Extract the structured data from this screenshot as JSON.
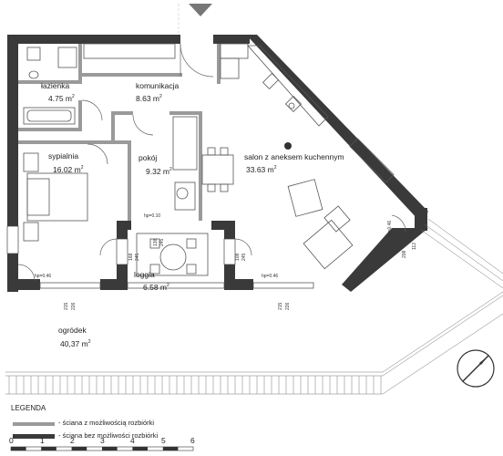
{
  "rooms": {
    "lazienka": {
      "name": "łazienka",
      "area": "4.75 m"
    },
    "komunikacja": {
      "name": "komunikacja",
      "area": "8.63 m"
    },
    "sypialnia": {
      "name": "sypialnia",
      "area": "16.02 m"
    },
    "pokoj": {
      "name": "pokój",
      "area": "9.32 m"
    },
    "salon": {
      "name": "salon z aneksem kuchennym",
      "area": "33.63 m"
    },
    "loggia": {
      "name": "loggia",
      "area": "6.58 m"
    },
    "ogrodek": {
      "name": "ogródek",
      "area": "40,37 m"
    }
  },
  "superscript": "2",
  "dimensions": {
    "hp_left": "hp=0.46",
    "hp_loggia": "hp=0.10",
    "hp_right": "hp=0.46",
    "hp_salon": "hp=0.46",
    "d168": "168",
    "d245a": "245",
    "d138": "138",
    "d245b": "245",
    "d108": "108",
    "d245c": "245",
    "d215a": "215",
    "d226a": "226",
    "d215b": "215",
    "d226b": "226",
    "d112": "112",
    "d208": "208"
  },
  "legend": {
    "title": "LEGENDA",
    "item1": "- ściana z możliwością rozbiórki",
    "item2": "- ściana bez możliwości rozbiórki",
    "color_removable": "#9a9a9a",
    "color_fixed": "#3a3a3a"
  },
  "scale": [
    "0",
    "1",
    "2",
    "3",
    "4",
    "5",
    "6"
  ],
  "icons": [
    "north-arrow-icon",
    "entrance-marker-icon"
  ]
}
